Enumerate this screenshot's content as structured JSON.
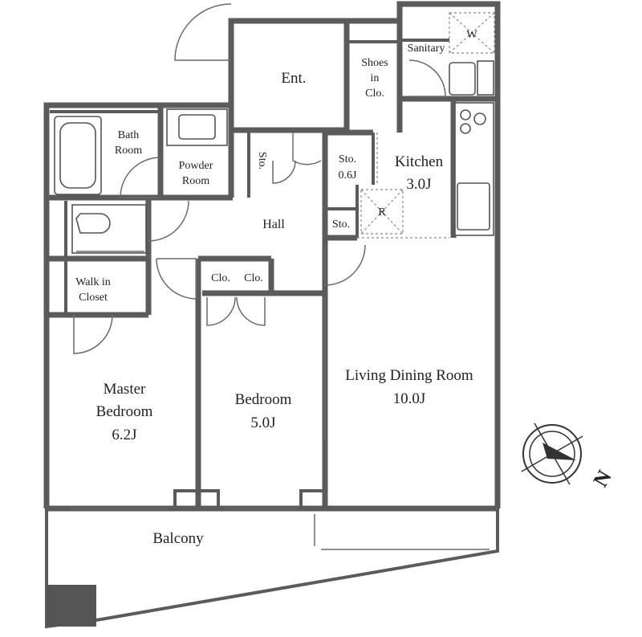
{
  "rooms": {
    "ent": "Ent.",
    "shoes_clo": [
      "Shoes",
      "in",
      "Clo."
    ],
    "sanitary": "Sanitary",
    "washer": "W",
    "bath_room": [
      "Bath",
      "Room"
    ],
    "powder_room": [
      "Powder",
      "Room"
    ],
    "storage_hall": "Sto.",
    "storage_06": [
      "Sto.",
      "0.6J"
    ],
    "kitchen": [
      "Kitchen",
      "3.0J"
    ],
    "refrigerator": "R",
    "hall": "Hall",
    "storage_small": "Sto.",
    "walk_in_closet": [
      "Walk in",
      "Closet"
    ],
    "clo_left": "Clo.",
    "clo_right": "Clo.",
    "master_bedroom": [
      "Master",
      "Bedroom",
      "6.2J"
    ],
    "bedroom": [
      "Bedroom",
      "5.0J"
    ],
    "living_dining": [
      "Living Dining Room",
      "10.0J"
    ],
    "balcony": "Balcony"
  },
  "compass": {
    "north_label": "N"
  }
}
